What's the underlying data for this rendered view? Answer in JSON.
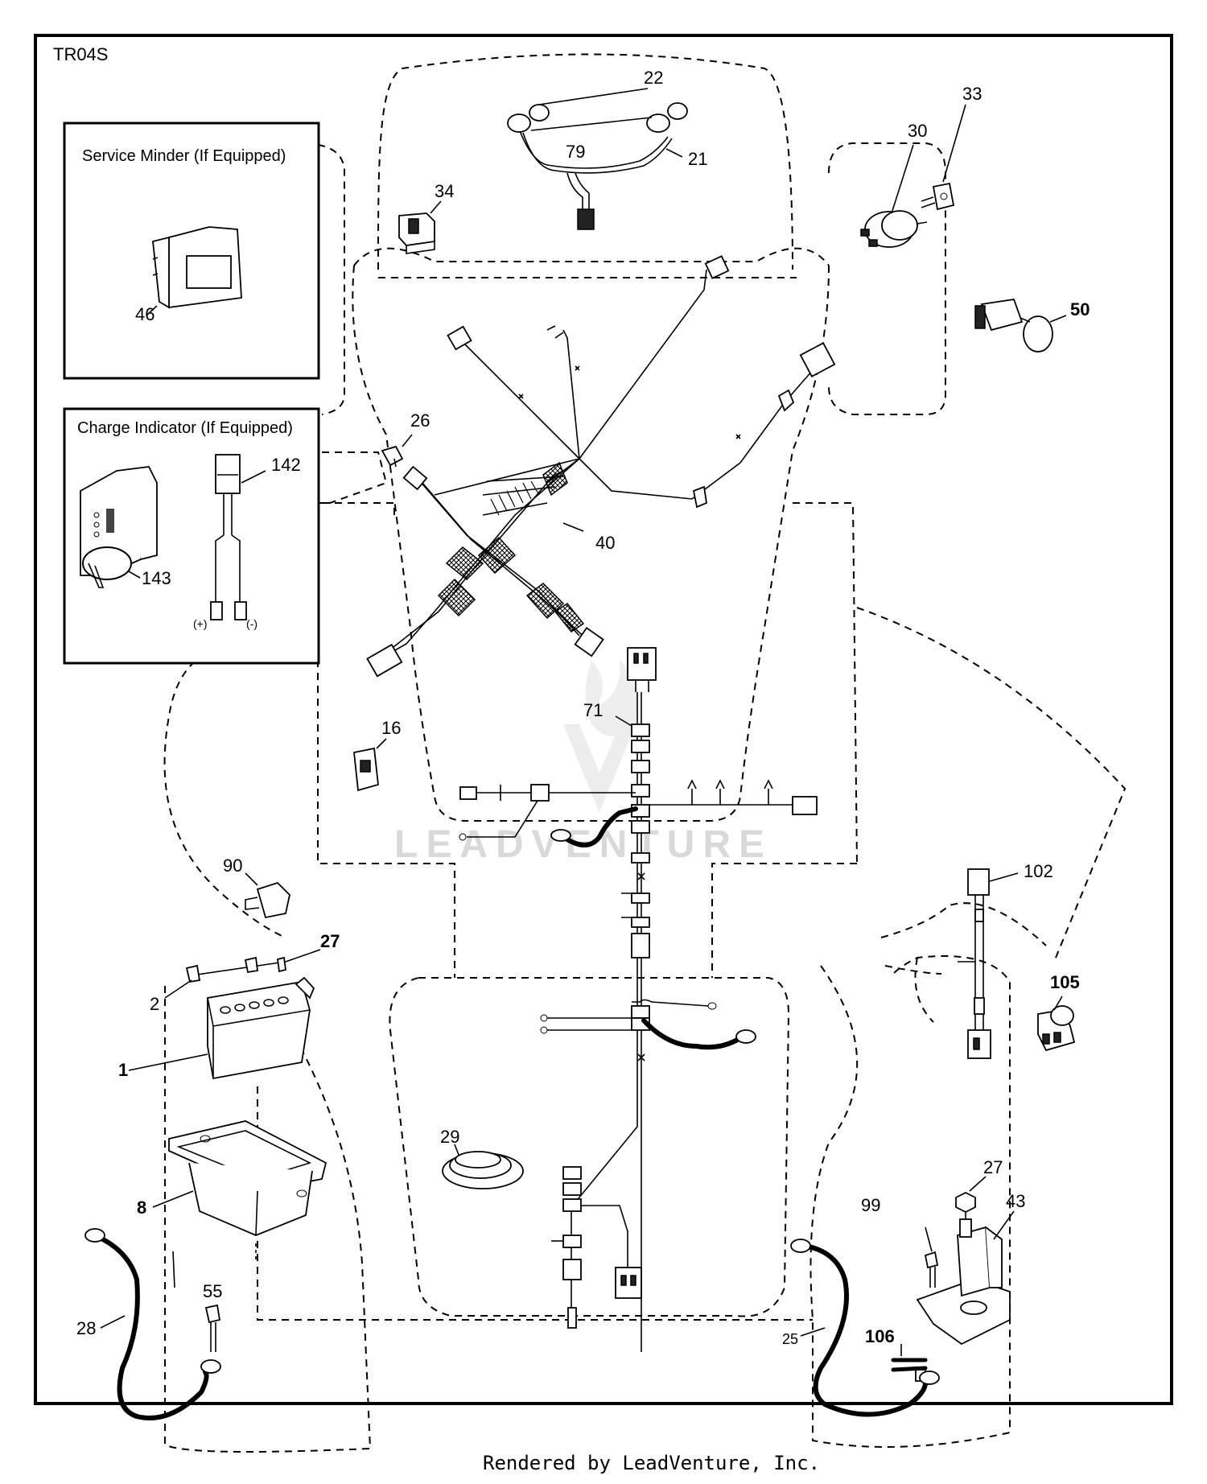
{
  "diagram_code": "TR04S",
  "insets": {
    "service_minder": {
      "title": "Service Minder (If Equipped)"
    },
    "charge_indicator": {
      "title": "Charge Indicator (If Equipped)",
      "positive": "(+)",
      "negative": "(-)"
    }
  },
  "callouts": {
    "c1": "1",
    "c2": "2",
    "c8": "8",
    "c16": "16",
    "c21": "21",
    "c22": "22",
    "c25": "25",
    "c26": "26",
    "c27a": "27",
    "c27b": "27",
    "c28": "28",
    "c29": "29",
    "c30": "30",
    "c33": "33",
    "c34": "34",
    "c40": "40",
    "c43": "43",
    "c46": "46",
    "c50": "50",
    "c55": "55",
    "c71": "71",
    "c79": "79",
    "c90": "90",
    "c99": "99",
    "c102": "102",
    "c105": "105",
    "c106": "106",
    "c142": "142",
    "c143": "143"
  },
  "watermark": "LEADVENTURE",
  "footer": {
    "caption": "Rendered by LeadVenture, Inc."
  }
}
